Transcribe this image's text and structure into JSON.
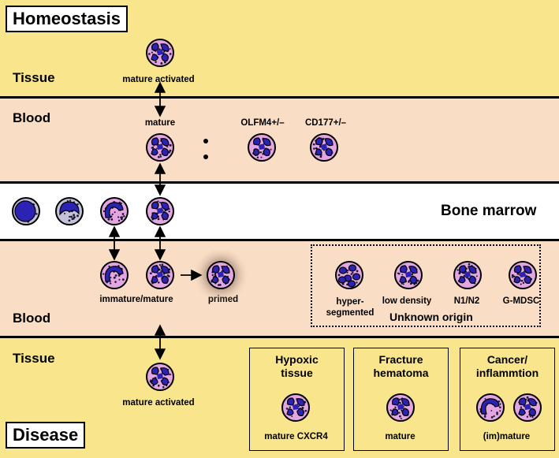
{
  "colors": {
    "tissue_band": "#f8e58c",
    "blood_band": "#f9ddc5",
    "marrow_band": "#ffffff",
    "cell_cytoplasm": "#e4a6e2",
    "cell_nucleus": "#2c23b4",
    "immature_cytoplasm": "#c4c2d8",
    "primed_glow": "#8a6f60"
  },
  "headers": {
    "homeostasis": "Homeostasis",
    "disease": "Disease"
  },
  "sections": {
    "tissue_top": "Tissue",
    "blood_top": "Blood",
    "bone_marrow": "Bone marrow",
    "blood_bottom": "Blood",
    "tissue_bottom": "Tissue"
  },
  "labels": {
    "mature_activated_top": "mature activated",
    "mature": "mature",
    "olfm4": "OLFM4+/–",
    "cd177": "CD177+/–",
    "immature_mature": "immature/mature",
    "primed": "primed",
    "mature_activated_bottom": "mature activated"
  },
  "unknown_origin": {
    "title": "Unknown origin",
    "items": [
      "hyper-\nsegmented",
      "low  density",
      "N1/N2",
      "G-MDSC"
    ]
  },
  "panels": {
    "hypoxic": {
      "title": "Hypoxic\ntissue",
      "label": "mature CXCR4"
    },
    "fracture": {
      "title": "Fracture\nhematoma",
      "label": "mature"
    },
    "cancer": {
      "title": "Cancer/\ninflammtion",
      "label": "(im)mature"
    }
  }
}
